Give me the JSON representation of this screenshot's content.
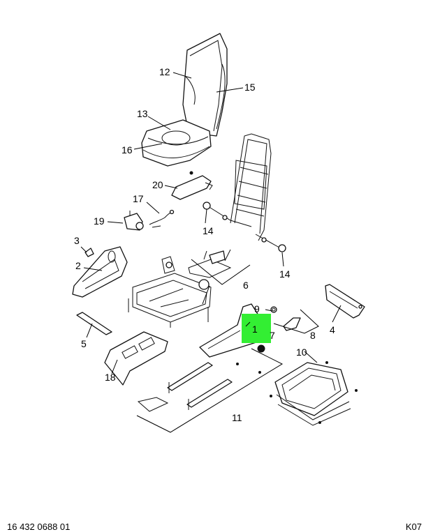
{
  "callouts": {
    "c1": "1",
    "c2": "2",
    "c3": "3",
    "c4": "4",
    "c5": "5",
    "c6": "6",
    "c7": "7",
    "c8": "8",
    "c9": "9",
    "c10": "10",
    "c11": "11",
    "c12": "12",
    "c13": "13",
    "c14a": "14",
    "c14b": "14",
    "c15": "15",
    "c16": "16",
    "c17": "17",
    "c18": "18",
    "c19": "19",
    "c20": "20"
  },
  "highlight": {
    "color": "#33ee33",
    "part": "1"
  },
  "footer": {
    "doc_number": "16 432 0688 01",
    "code": "K07"
  }
}
